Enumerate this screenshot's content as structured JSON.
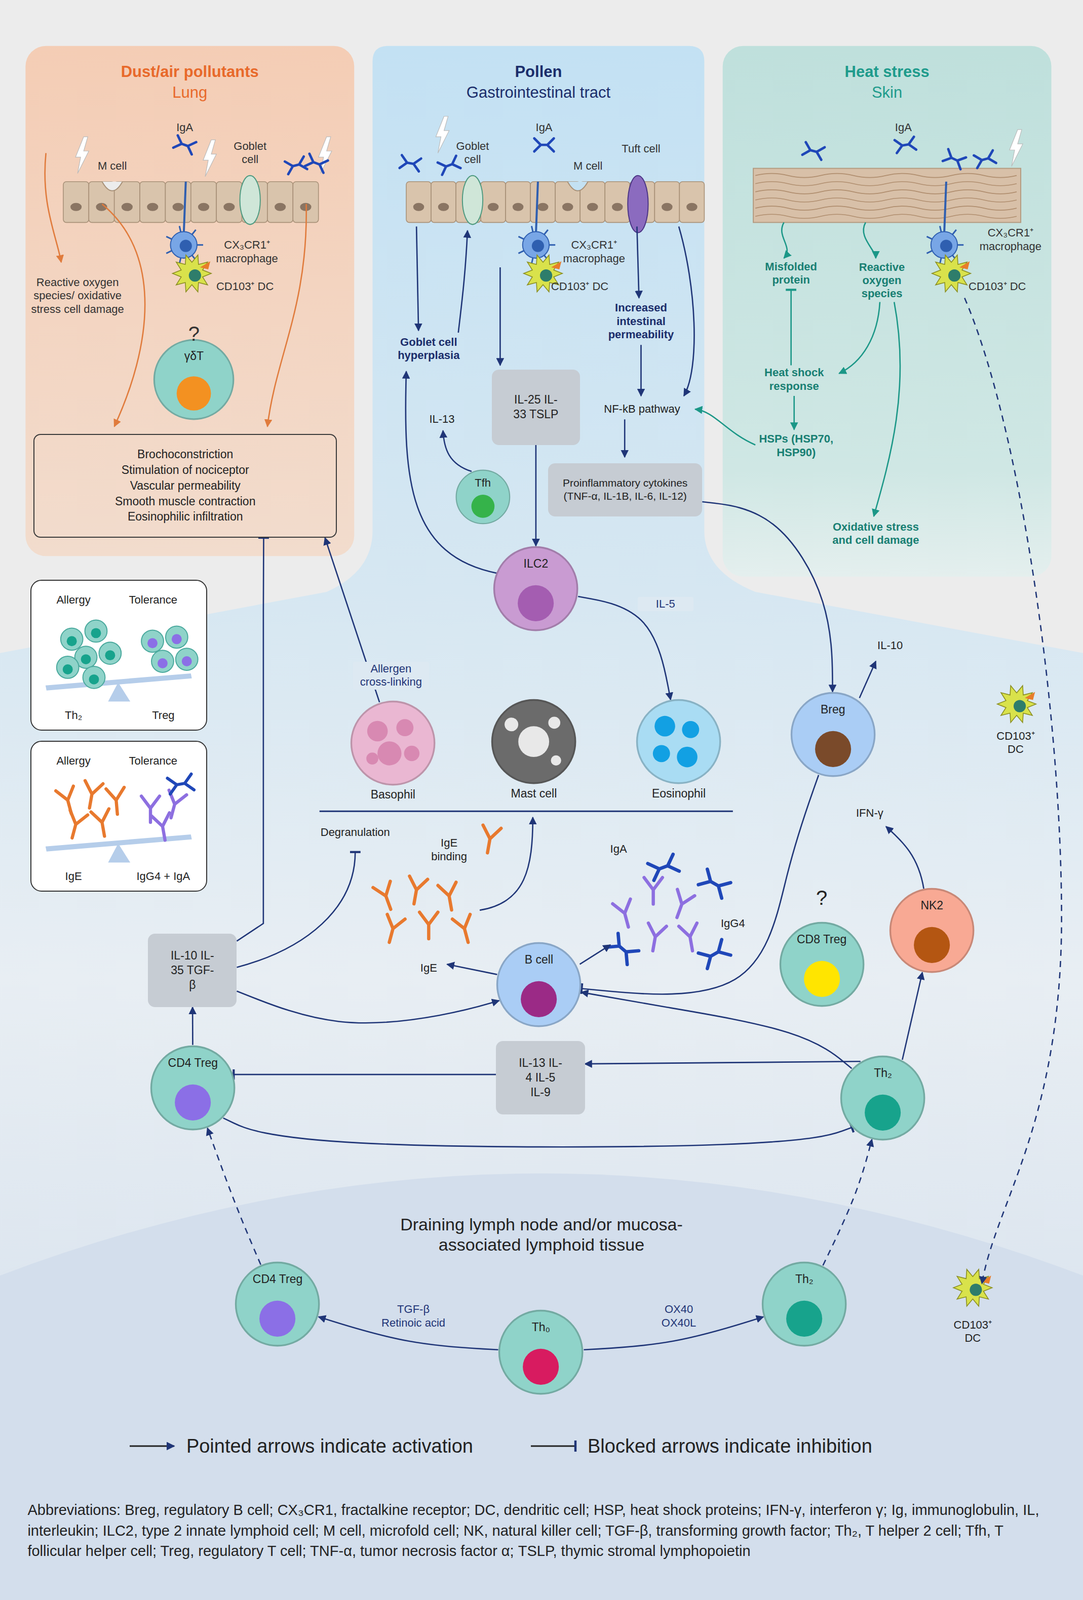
{
  "diagram": {
    "nodes": [
      {
        "text": [
          "Dust/air pollutants",
          "Lung"
        ]
      },
      {
        "text": [
          "γδT"
        ],
        "in": 0
      },
      {
        "text": [
          "Brochoconstriction",
          "Stimulation of nociceptor",
          "Vascular permeability",
          "Smooth muscle contraction",
          "Eosinophilic infiltration"
        ],
        "in": 0
      },
      {
        "text": [
          "Pollen",
          "Gastrointestinal tract"
        ]
      },
      {
        "text": [
          "IL-25 IL-33 TSLP"
        ],
        "in": 3
      },
      {
        "text": [
          "Proinflammatory cytokines (TNF-α, IL-1B, IL-6, IL-12)"
        ],
        "in": 3
      },
      {
        "text": [
          "Tfh"
        ],
        "in": 3
      },
      {
        "text": [
          "Heat stress",
          "Skin"
        ]
      },
      {
        "text": [
          "Allergy",
          "Tolerance",
          "Th₂",
          "Treg"
        ]
      },
      {
        "text": [
          "Allergy",
          "Tolerance",
          "IgE",
          "IgG4 + IgA"
        ]
      },
      {
        "text": [
          "ILC2"
        ]
      },
      {
        "text": [
          "Basophil"
        ]
      },
      {
        "text": [
          "Mast cell"
        ]
      },
      {
        "text": [
          "Eosinophil"
        ]
      },
      {
        "text": [
          "Breg"
        ]
      },
      {
        "text": [
          "IL-10 IL-35 TGF-β"
        ]
      },
      {
        "text": [
          "B cell"
        ]
      },
      {
        "text": [
          "CD8 Treg"
        ]
      },
      {
        "text": [
          "NK2"
        ]
      },
      {
        "text": [
          "CD4 Treg"
        ]
      },
      {
        "text": [
          "IL-13 IL-4 IL-5 IL-9"
        ]
      },
      {
        "text": [
          "Th₂"
        ]
      },
      {
        "text": [
          "Draining lymph node and/or mucosa-associated lymphoid tissue"
        ]
      },
      {
        "text": [
          "CD4 Treg"
        ],
        "in": 22
      },
      {
        "text": [
          "Th₀"
        ],
        "in": 22
      },
      {
        "text": [
          "Th₂"
        ],
        "in": 22
      }
    ],
    "edges": [
      {
        "from": 4,
        "to": 10,
        "arrow": "to"
      },
      {
        "from": 10,
        "to": 13,
        "label": "IL-5",
        "arrow": "to"
      },
      {
        "from": 5,
        "to": 14,
        "arrow": "to"
      },
      {
        "from": 11,
        "to": 2,
        "label": "Allergen cross-linking",
        "arrow": "to"
      },
      {
        "from": 15,
        "to": 2,
        "arrow": "to"
      },
      {
        "from": 15,
        "to": 16,
        "arrow": "to"
      },
      {
        "from": 19,
        "to": 15,
        "arrow": "to"
      },
      {
        "from": 21,
        "to": 16,
        "arrow": "to"
      },
      {
        "from": 14,
        "to": 16,
        "arrow": "to"
      },
      {
        "from": 21,
        "to": 20,
        "arrow": "to"
      },
      {
        "from": 20,
        "to": 19,
        "arrow": "to"
      },
      {
        "from": 19,
        "to": 21,
        "arrow": "to"
      },
      {
        "from": 21,
        "to": 18,
        "arrow": "to"
      },
      {
        "from": 24,
        "to": 23,
        "label": "TGF-β Retinoic acid",
        "arrow": "to"
      },
      {
        "from": 24,
        "to": 25,
        "label": "OX40 OX40L",
        "arrow": "to"
      },
      {
        "from": 23,
        "to": 19,
        "arrow": "to"
      },
      {
        "from": 25,
        "to": 21,
        "arrow": "to"
      }
    ],
    "labels": [
      "IgA",
      "M cell",
      "Goblet cell",
      "CX₃CR1⁺ macrophage",
      "CD103⁺ DC",
      "Reactive oxygen species/ oxidative stress cell damage",
      "?",
      "IgA",
      "Goblet cell",
      "M cell",
      "Tuft cell",
      "CX₃CR1⁺ macrophage",
      "CD103⁺ DC",
      "Goblet cell hyperplasia",
      "Increased intestinal permeability",
      "NF-kB pathway",
      "IL-13",
      "IgA",
      "Misfolded protein",
      "Reactive oxygen species",
      "Heat shock response",
      "HSPs (HSP70, HSP90)",
      "CX₃CR1⁺ macrophage",
      "CD103⁺ DC",
      "Oxidative stress and cell damage",
      "IL-10",
      "CD103⁺ DC",
      "IFN-γ",
      "Degranulation",
      "IgE binding",
      "IgE",
      "IgA",
      "IgG4",
      "?",
      "CD103⁺ DC",
      "Abbreviations: Breg, regulatory B cell; CX₃CR1, fractalkine receptor; DC, dendritic cell; HSP, heat shock proteins; IFN-γ, interferon γ; Ig, immunoglobulin, IL, interleukin; ILC2, type 2 innate lymphoid cell; M cell, microfold cell; NK, natural killer cell; TGF-β, transforming growth factor; Th₂, T helper 2 cell; Tfh, T follicular helper cell; Treg, regulatory T cell; TNF-α, tumor necrosis factor α; TSLP, thymic stromal lymphopoietin"
    ],
    "legend": [
      {
        "text": "Pointed arrows indicate activation"
      },
      {
        "text": "Blocked arrows indicate inhibition"
      }
    ]
  }
}
